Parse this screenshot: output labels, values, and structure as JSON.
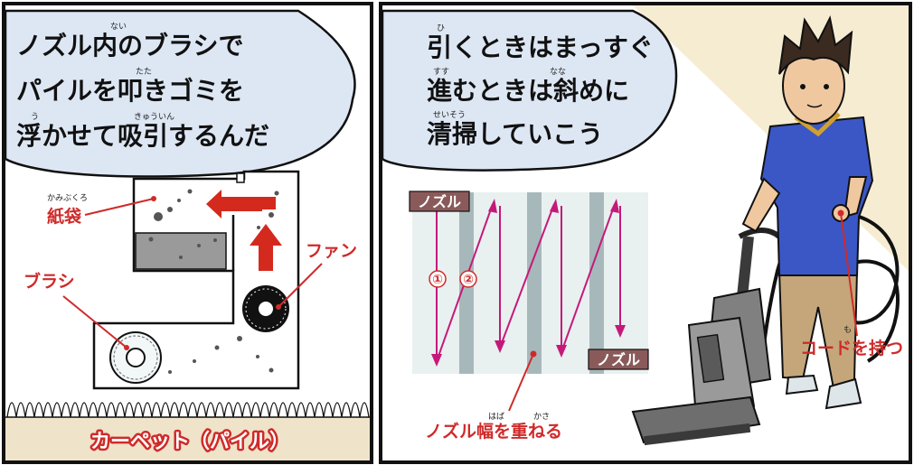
{
  "left_panel": {
    "speech_lines": [
      "ノズル内のブラシで",
      "パイルを叩きゴミを",
      "浮かせて吸引するんだ"
    ],
    "ruby": {
      "nai": "ない",
      "tata": "たた",
      "u": "う",
      "kyuuin": "きゅういん"
    },
    "labels": {
      "paper_bag": "紙袋",
      "paper_bag_ruby": "かみぶくろ",
      "brush": "ブラシ",
      "fan": "ファン",
      "carpet": "カーペット（パイル）"
    }
  },
  "right_panel": {
    "speech_lines": [
      "引くときはまっすぐ",
      "進むときは斜めに",
      "清掃していこう"
    ],
    "ruby": {
      "hi": "ひ",
      "susu": "すす",
      "nana": "なな",
      "seisou": "せいそう"
    },
    "labels": {
      "nozzle_top": "ノズル",
      "nozzle_bottom": "ノズル",
      "step_1": "①",
      "step_2": "②",
      "overlap": "ノズル幅を重ねる",
      "overlap_ruby_haba": "はば",
      "overlap_ruby_kasa": "かさ",
      "hold_cord": "コードを持つ",
      "hold_cord_ruby": "も"
    }
  },
  "colors": {
    "accent_red": "#cf2a2a",
    "bubble_fill": "#dde7f4",
    "beige_bg": "#f6ecd2",
    "stripe_light": "#e9f0f0",
    "stripe_dark": "#a7b8bb",
    "arrow_magenta": "#c5197a",
    "shirt_blue": "#3b57c6",
    "pants_khaki": "#c4a67a"
  },
  "icons": [
    "vacuum-cleaner-illustration",
    "person-illustration",
    "brush-roller-icon",
    "fan-icon",
    "red-up-arrow-icon"
  ]
}
